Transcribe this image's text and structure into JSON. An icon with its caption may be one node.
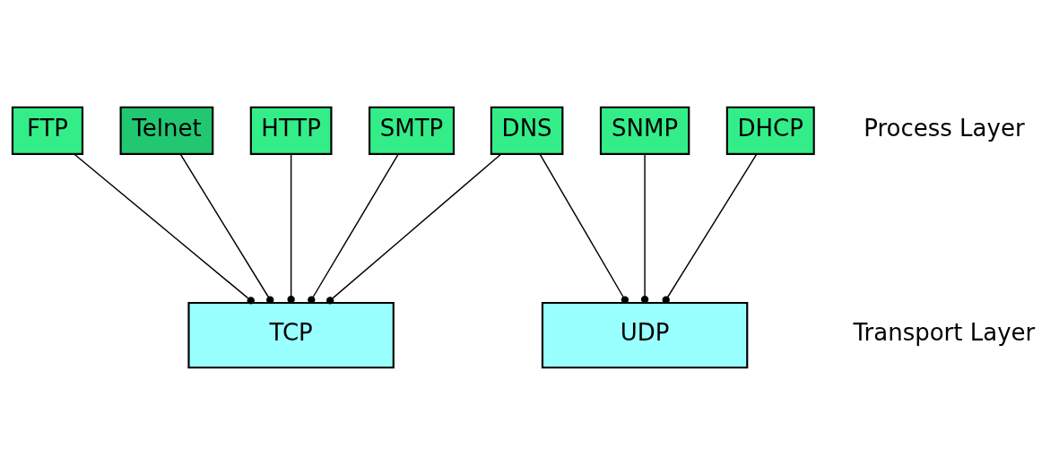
{
  "diagram": {
    "nodes": [
      {
        "text": [
          "FTP"
        ]
      },
      {
        "text": [
          "Telnet"
        ]
      },
      {
        "text": [
          "HTTP"
        ]
      },
      {
        "text": [
          "SMTP"
        ]
      },
      {
        "text": [
          "DNS"
        ]
      },
      {
        "text": [
          "SNMP"
        ]
      },
      {
        "text": [
          "DHCP"
        ]
      },
      {
        "text": [
          "TCP"
        ]
      },
      {
        "text": [
          "UDP"
        ]
      }
    ],
    "edges": [
      {
        "from": 0,
        "to": 7,
        "arrow": "other"
      },
      {
        "from": 1,
        "to": 7,
        "arrow": "other"
      },
      {
        "from": 2,
        "to": 7,
        "arrow": "other"
      },
      {
        "from": 3,
        "to": 7,
        "arrow": "other"
      },
      {
        "from": 4,
        "to": 7,
        "arrow": "other"
      },
      {
        "from": 4,
        "to": 8,
        "arrow": "other"
      },
      {
        "from": 5,
        "to": 8,
        "arrow": "other"
      },
      {
        "from": 6,
        "to": 8,
        "arrow": "other"
      }
    ],
    "labels": [
      "Process Layer",
      "Transport Layer"
    ]
  }
}
